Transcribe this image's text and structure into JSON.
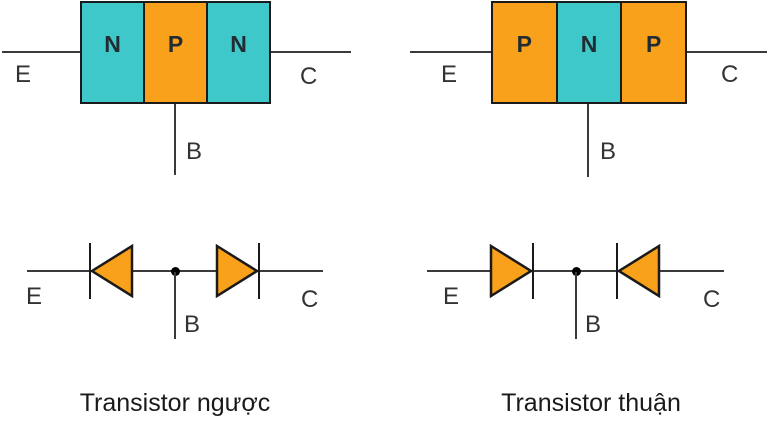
{
  "colors": {
    "cyan": "#3EC8C9",
    "orange": "#F9A11B",
    "line": "#3A3A3A",
    "edge": "#1A1A1A",
    "ink": "#222C33",
    "label": "#333333",
    "caption": "#1A1A1A"
  },
  "npn": {
    "block": {
      "regions": [
        "N",
        "P",
        "N"
      ]
    },
    "terminals": {
      "emitter": "E",
      "collector": "C",
      "base": "B"
    },
    "caption": "Transistor ngược"
  },
  "pnp": {
    "block": {
      "regions": [
        "P",
        "N",
        "P"
      ]
    },
    "terminals": {
      "emitter": "E",
      "collector": "C",
      "base": "B"
    },
    "caption": "Transistor thuận"
  }
}
